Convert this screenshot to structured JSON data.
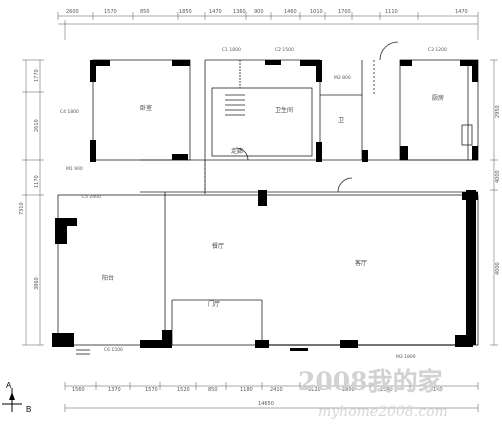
{
  "dims_top": [
    "2600",
    "1570",
    "850",
    "1850",
    "1470",
    "1360",
    "900",
    "1460",
    "1010",
    "1700",
    "1110",
    "1470"
  ],
  "dims_bottom": [
    "1560",
    "1370",
    "1570",
    "1520",
    "850",
    "1180",
    "2410",
    "1120",
    "1800",
    "1590",
    "1140"
  ],
  "dims_left": [
    "1770",
    "2610",
    "1170",
    "3860"
  ],
  "dims_right": [
    "2950",
    "4000",
    "4000"
  ],
  "total_bottom": "14650",
  "total_left": "7310",
  "rooms": {
    "r1": "卧室",
    "r2": "卫生间",
    "r3": "卫",
    "r4": "厨房",
    "r5": "客厅",
    "r6": "餐厅",
    "r7": "阳台",
    "r8": "门厅",
    "r9": "走廊"
  },
  "window_labels": {
    "w1": "C1 1800",
    "w2": "C2 1500",
    "w3": "C3 1200",
    "w4": "C4 1800",
    "w5": "M1 900",
    "w6": "M2 800",
    "w7": "C5 2400",
    "w8": "M3 1800",
    "w9": "C6 1500"
  },
  "axis": {
    "a": "A",
    "b": "B"
  },
  "watermark": {
    "main": "2008我的家",
    "sub": "myhome2008.com"
  }
}
